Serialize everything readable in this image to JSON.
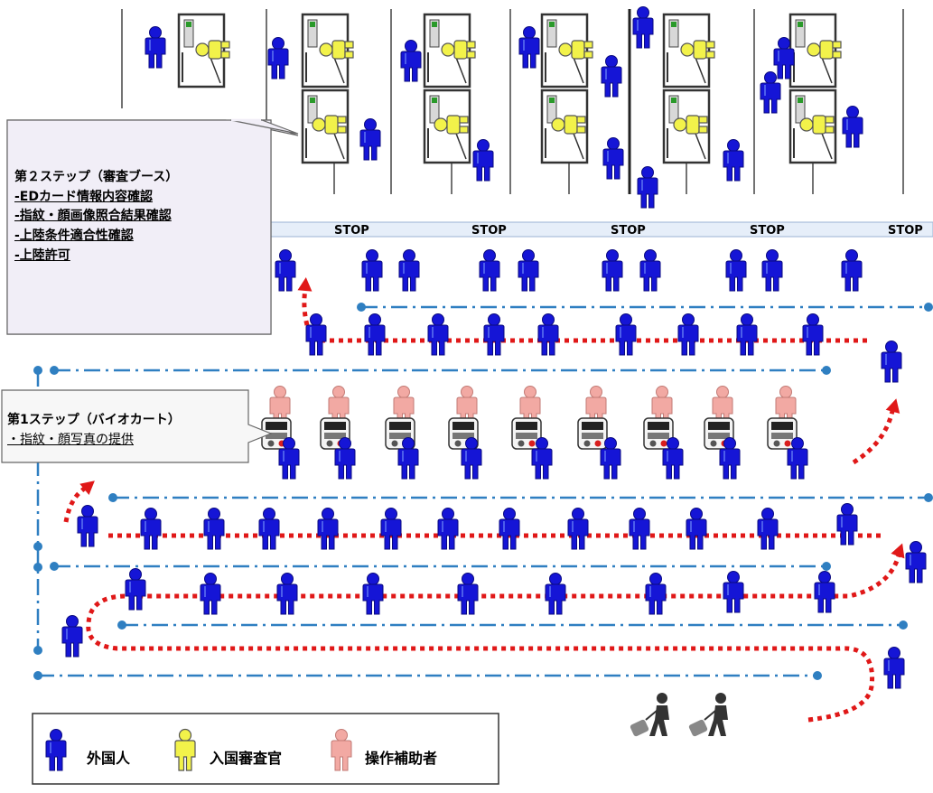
{
  "step2": {
    "title": "第２ステップ（審査ブース）",
    "items": [
      "-EDカード情報内容確認",
      "-指紋・顔画像照合結果確認",
      "-上陸条件適合性確認",
      "-上陸許可"
    ]
  },
  "step1": {
    "title": "第1ステップ（バイオカート）",
    "item": "・指紋・顔写真の提供"
  },
  "stop_label": "STOP",
  "legend": {
    "foreigner": "外国人",
    "inspector": "入国審査官",
    "assistant": "操作補助者"
  },
  "colors": {
    "foreigner": "#1515d6",
    "inspector": "#f2f24a",
    "assistant": "#f2a9a3",
    "queue_line": "#2f7fc1",
    "flow_path": "#e01818",
    "stop_bar": "#e6eef9"
  }
}
